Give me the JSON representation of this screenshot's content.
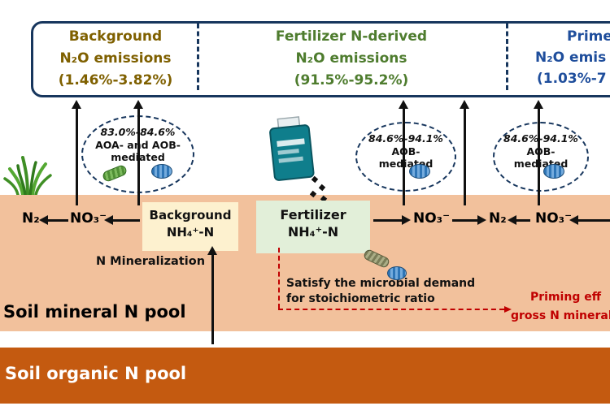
{
  "colors": {
    "panel_border": "#17365d",
    "background_emissions_text": "#7f6000",
    "fertilizer_emissions_text": "#4e7c2e",
    "primed_emissions_text": "#1f4e9c",
    "alert_red": "#c00000",
    "soil_mineral_band": "#f2c19c",
    "soil_organic_band": "#c45a10",
    "background_nh4_box": "#fdf1cf",
    "fertilizer_nh4_box": "#e2efd9",
    "fertilizer_bag": "#0f7e8c"
  },
  "top_panels": {
    "background": {
      "lines": [
        "Background",
        "N₂O emissions",
        "(1.46%-3.82%)"
      ]
    },
    "fertilizer": {
      "lines": [
        "Fertilizer N-derived",
        "N₂O emissions",
        "(91.5%-95.2%)"
      ]
    },
    "primed": {
      "lines": [
        "Prime",
        "N₂O emis",
        "(1.03%-7"
      ]
    }
  },
  "ellipses": [
    {
      "rate": "83.0%-84.6%",
      "label": "AOA- and AOB-mediated"
    },
    {
      "rate": "84.6%-94.1%",
      "label": "AOB-mediated"
    },
    {
      "rate": "84.6%-94.1%",
      "label": "AOB-mediated"
    }
  ],
  "soil": {
    "mineral_label": "Soil mineral N pool",
    "organic_label": "Soil organic N pool",
    "background_box": [
      "Background",
      "NH₄⁺-N"
    ],
    "fertilizer_box": [
      "Fertilizer",
      "NH₄⁺-N"
    ],
    "species": {
      "n2": "N₂",
      "no3": "NO₃⁻"
    },
    "mineralization": "N Mineralization",
    "demand": [
      "Satisfy the microbial demand",
      "for stoichiometric ratio"
    ],
    "priming": [
      "Priming eff",
      "gross N minerali"
    ]
  },
  "icons": {
    "grass": "grass-icon",
    "fertilizer_bag": "fertilizer-bag-icon",
    "rod_bacterium": "rod-bacterium-icon",
    "coccus_bacterium": "coccus-bacterium-icon"
  }
}
